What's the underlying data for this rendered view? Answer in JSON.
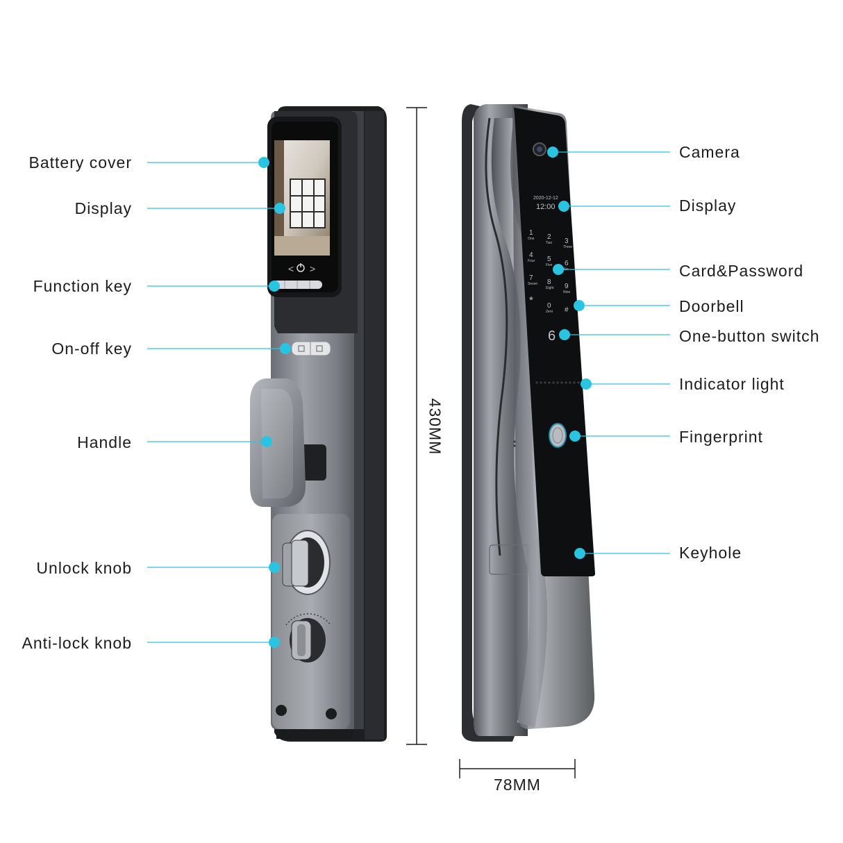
{
  "accent_color": "#29c4e2",
  "left_callouts": [
    {
      "label": "Battery cover"
    },
    {
      "label": "Display"
    },
    {
      "label": "Function key"
    },
    {
      "label": "On-off key"
    },
    {
      "label": "Handle"
    },
    {
      "label": "Unlock knob"
    },
    {
      "label": "Anti-lock knob"
    }
  ],
  "right_callouts": [
    {
      "label": "Camera"
    },
    {
      "label": "Display"
    },
    {
      "label": "Card&Password"
    },
    {
      "label": "Doorbell"
    },
    {
      "label": "One-button switch"
    },
    {
      "label": "Indicator light"
    },
    {
      "label": "Fingerprint"
    },
    {
      "label": "Keyhole"
    }
  ],
  "dimensions": {
    "height": "430MM",
    "width": "78MM"
  },
  "lock_screen": {
    "date": "2020-12-12",
    "time": "12:00",
    "keys": [
      {
        "digit": "1",
        "word": "One"
      },
      {
        "digit": "2",
        "word": "Two"
      },
      {
        "digit": "3",
        "word": "Three"
      },
      {
        "digit": "4",
        "word": "Four"
      },
      {
        "digit": "5",
        "word": "Five"
      },
      {
        "digit": "6",
        "word": "Six"
      },
      {
        "digit": "7",
        "word": "Seven"
      },
      {
        "digit": "8",
        "word": "Eight"
      },
      {
        "digit": "9",
        "word": "Nine"
      },
      {
        "digit": "*",
        "word": ""
      },
      {
        "digit": "0",
        "word": "Zero"
      },
      {
        "digit": "#",
        "word": ""
      }
    ]
  }
}
